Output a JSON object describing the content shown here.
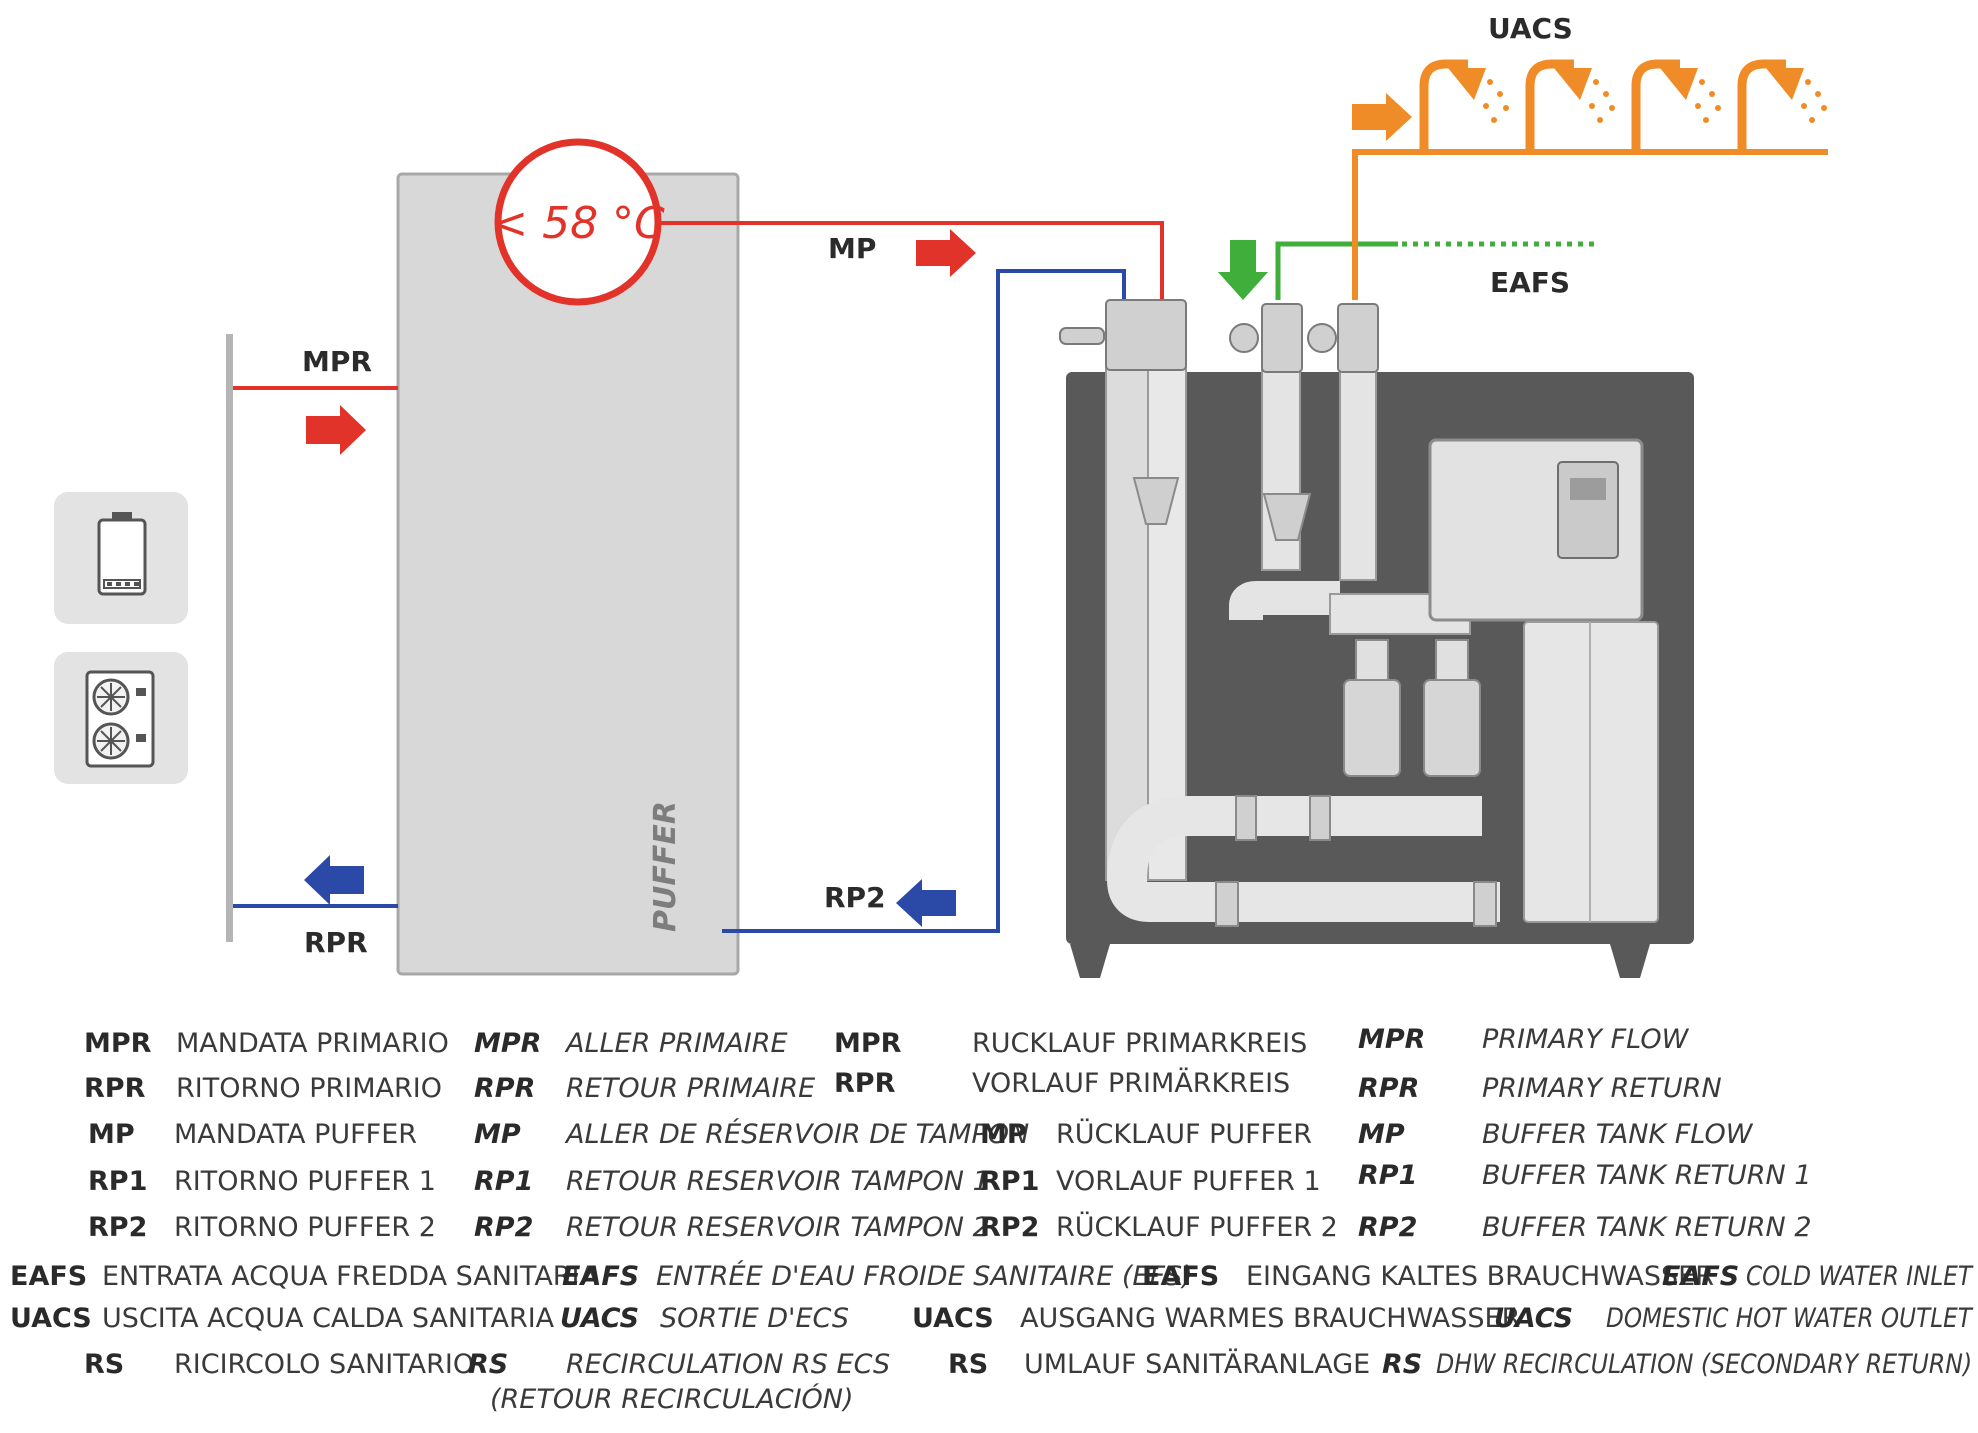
{
  "diagram": {
    "temperature": "< 58 °C",
    "tank_label": "PUFFER",
    "labels": {
      "mpr": "MPR",
      "rpr": "RPR",
      "mp": "MP",
      "rp2": "RP2",
      "uacs": "UACS",
      "eafs": "EAFS"
    },
    "colors": {
      "primary_flow": "#e2332a",
      "return": "#2b4aa8",
      "cold_water": "#3fae3a",
      "hot_water": "#f08c28",
      "module_body": "#595959",
      "tank": "#d8d8d8"
    }
  },
  "legend": {
    "it": {
      "codes": [
        "MPR",
        "RPR",
        "MP",
        "RP1",
        "RP2",
        "EAFS",
        "UACS",
        "RS"
      ],
      "texts": [
        "MANDATA PRIMARIO",
        "RITORNO PRIMARIO",
        "MANDATA PUFFER",
        "RITORNO PUFFER 1",
        "RITORNO PUFFER 2",
        "ENTRATA ACQUA FREDDA SANITARIA",
        "USCITA ACQUA CALDA SANITARIA",
        "RICIRCOLO SANITARIO"
      ]
    },
    "fr": {
      "codes": [
        "MPR",
        "RPR",
        "MP",
        "RP1",
        "RP2",
        "EAFS",
        "UACS",
        "RS"
      ],
      "texts": [
        "ALLER PRIMAIRE",
        "RETOUR PRIMAIRE",
        "ALLER DE RÉSERVOIR DE TAMPON",
        "RETOUR RESERVOIR TAMPON 1",
        "RETOUR RESERVOIR TAMPON 2",
        "ENTRÉE D'EAU FROIDE SANITAIRE (EFS)",
        "SORTIE D'ECS",
        "RECIRCULATION RS ECS"
      ],
      "extra": "(RETOUR RECIRCULACIÓN)"
    },
    "de": {
      "codes": [
        "MPR",
        "RPR",
        "MP",
        "RP1",
        "RP2",
        "EAFS",
        "UACS",
        "RS"
      ],
      "texts": [
        "RUCKLAUF PRIMARKREIS",
        "VORLAUF PRIMÄRKREIS",
        "RÜCKLAUF PUFFER",
        "VORLAUF PUFFER 1",
        "RÜCKLAUF PUFFER 2",
        "EINGANG KALTES BRAUCHWASSER",
        "AUSGANG WARMES BRAUCHWASSER",
        "UMLAUF SANITÄRANLAGE"
      ]
    },
    "en": {
      "codes": [
        "MPR",
        "RPR",
        "MP",
        "RP1",
        "RP2",
        "EAFS",
        "UACS",
        "RS"
      ],
      "texts": [
        "PRIMARY FLOW",
        "PRIMARY RETURN",
        "BUFFER TANK FLOW",
        "BUFFER TANK RETURN 1",
        "BUFFER TANK RETURN 2",
        "COLD WATER INLET",
        "DOMESTIC HOT WATER OUTLET",
        "DHW RECIRCULATION (SECONDARY  RETURN)"
      ]
    }
  }
}
